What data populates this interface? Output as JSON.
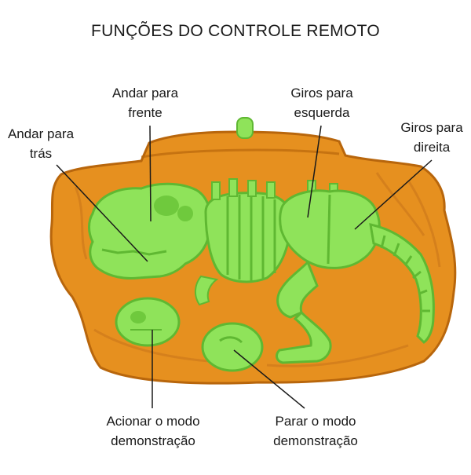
{
  "title": "FUNÇÕES DO CONTROLE REMOTO",
  "colors": {
    "base_orange": "#e6901f",
    "base_dark": "#b8660c",
    "skeleton_green": "#8fe35a",
    "skeleton_shadow": "#5fb832",
    "leader_line": "#1a1a1a"
  },
  "labels": {
    "forward": [
      "Andar para",
      "frente"
    ],
    "backward": [
      "Andar para",
      "trás"
    ],
    "turn_left": [
      "Giros para",
      "esquerda"
    ],
    "turn_right": [
      "Giros para",
      "direita"
    ],
    "demo_on": [
      "Acionar o modo",
      "demonstração"
    ],
    "demo_off": [
      "Parar o modo",
      "demonstração"
    ]
  }
}
